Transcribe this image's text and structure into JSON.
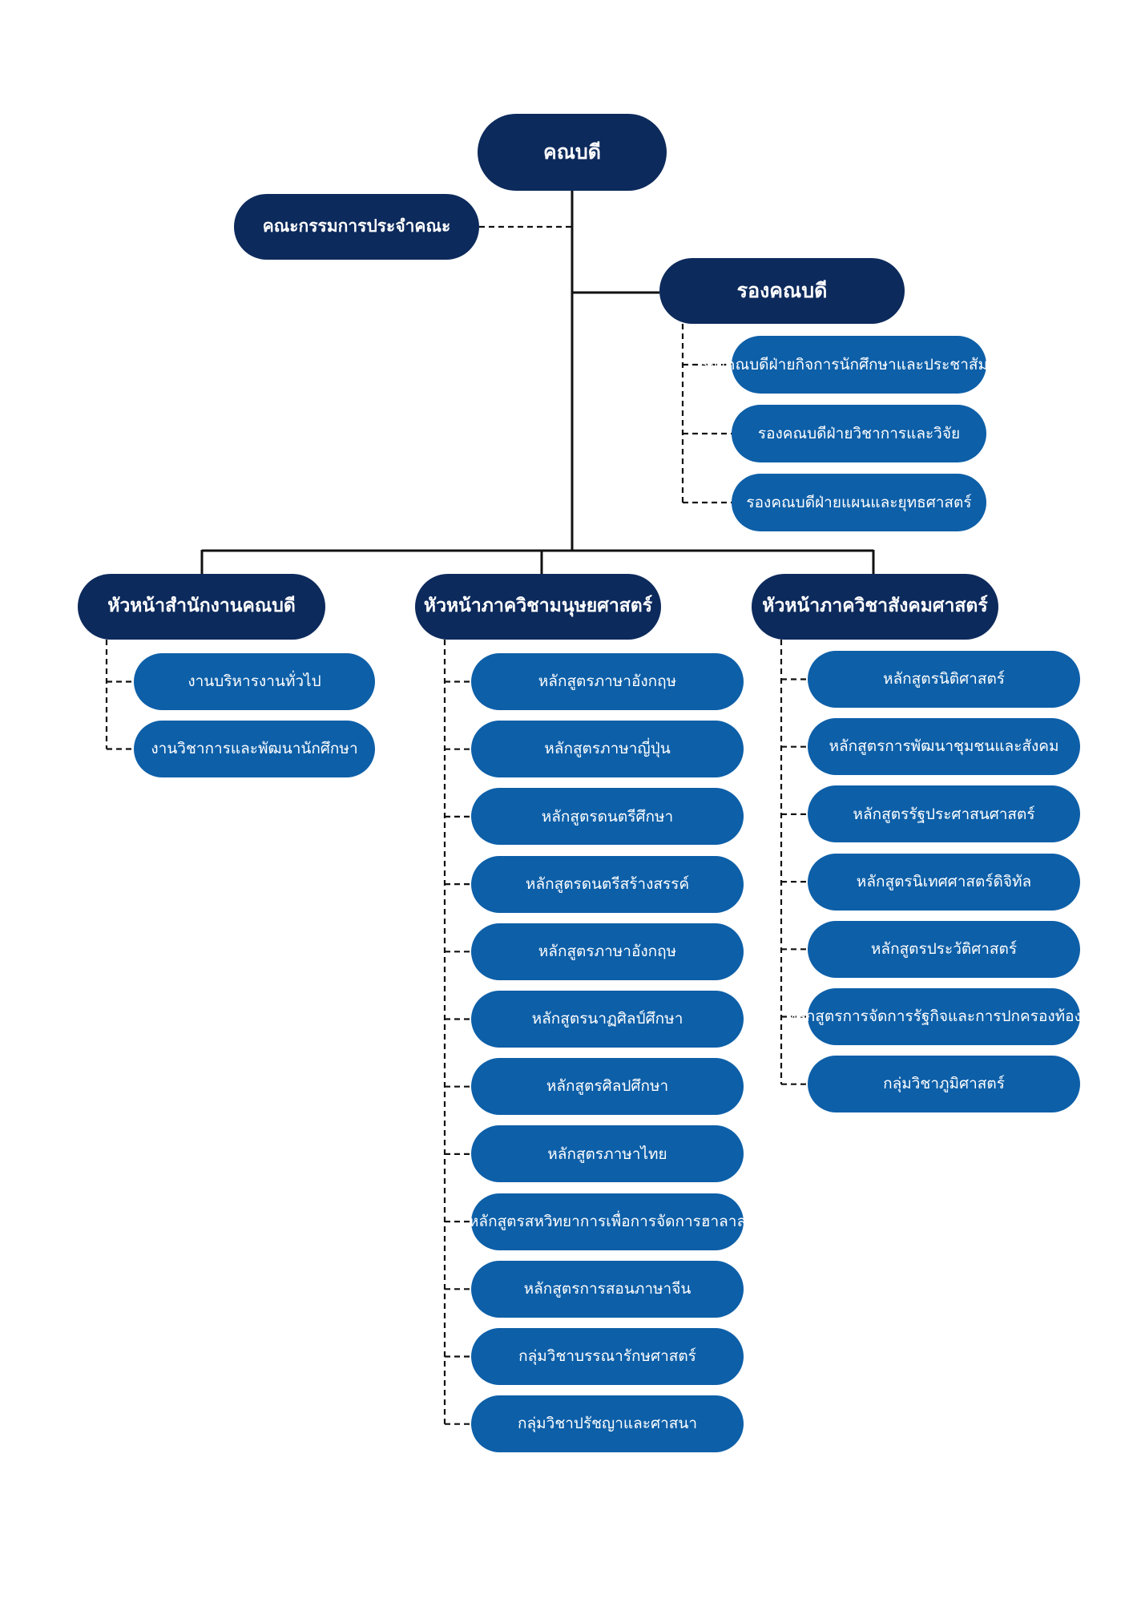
{
  "dean": "คณบดี",
  "committee": "คณะกรรมการประจำคณะ",
  "vice_dean": {
    "title": "รองคณบดี",
    "items": [
      [
        "รองคณบดีฝ่ายกิจการนักศึกษา",
        "และประชาสัมพันธ์"
      ],
      [
        "รองคณบดีฝ่ายวิชาการและวิจัย"
      ],
      [
        "รองคณบดีฝ่ายแผน",
        "และยุทธศาสตร์"
      ]
    ]
  },
  "office": {
    "title": [
      "หัวหน้าสำนักงานคณบดี"
    ],
    "items": [
      [
        "งานบริหารงานทั่วไป"
      ],
      [
        "งานวิชาการและพัฒนานักศึกษา"
      ]
    ]
  },
  "humanities": {
    "title": [
      "หัวหน้าภาควิชา",
      "มนุษยศาสตร์"
    ],
    "items": [
      [
        "หลักสูตรภาษาอังกฤษ"
      ],
      [
        "หลักสูตรภาษาญี่ปุ่น"
      ],
      [
        "หลักสูตรดนตรีศึกษา"
      ],
      [
        "หลักสูตรดนตรีสร้างสรรค์"
      ],
      [
        "หลักสูตรภาษาอังกฤษ"
      ],
      [
        "หลักสูตรนาฏศิลป์ศึกษา"
      ],
      [
        "หลักสูตรศิลปศึกษา"
      ],
      [
        "หลักสูตรภาษาไทย"
      ],
      [
        "หลักสูตรสหวิทยาการ",
        "เพื่อการจัดการฮาลาล"
      ],
      [
        "หลักสูตรการสอนภาษาจีน"
      ],
      [
        "กลุ่มวิชาบรรณารักษศาสตร์"
      ],
      [
        "กลุ่มวิชาปรัชญาและศาสนา"
      ]
    ]
  },
  "social": {
    "title": [
      "หัวหน้าภาควิชา",
      "สังคมศาสตร์"
    ],
    "items": [
      [
        "หลักสูตรนิติศาสตร์"
      ],
      [
        "หลักสูตรการพัฒนาชุมชน",
        "และสังคม"
      ],
      [
        "หลักสูตรรัฐประศาสนศาสตร์"
      ],
      [
        "หลักสูตรนิเทศศาสตร์ดิจิทัล"
      ],
      [
        "หลักสูตรประวัติศาสตร์"
      ],
      [
        "หลักสูตรการจัดการรัฐกิจและการ",
        "ปกครองท้องถิ่น"
      ],
      [
        "กลุ่มวิชาภูมิศาสตร์"
      ]
    ]
  },
  "colors": {
    "dark": "#0d2a5c",
    "light": "#0d5fa8",
    "line": "#111111"
  }
}
